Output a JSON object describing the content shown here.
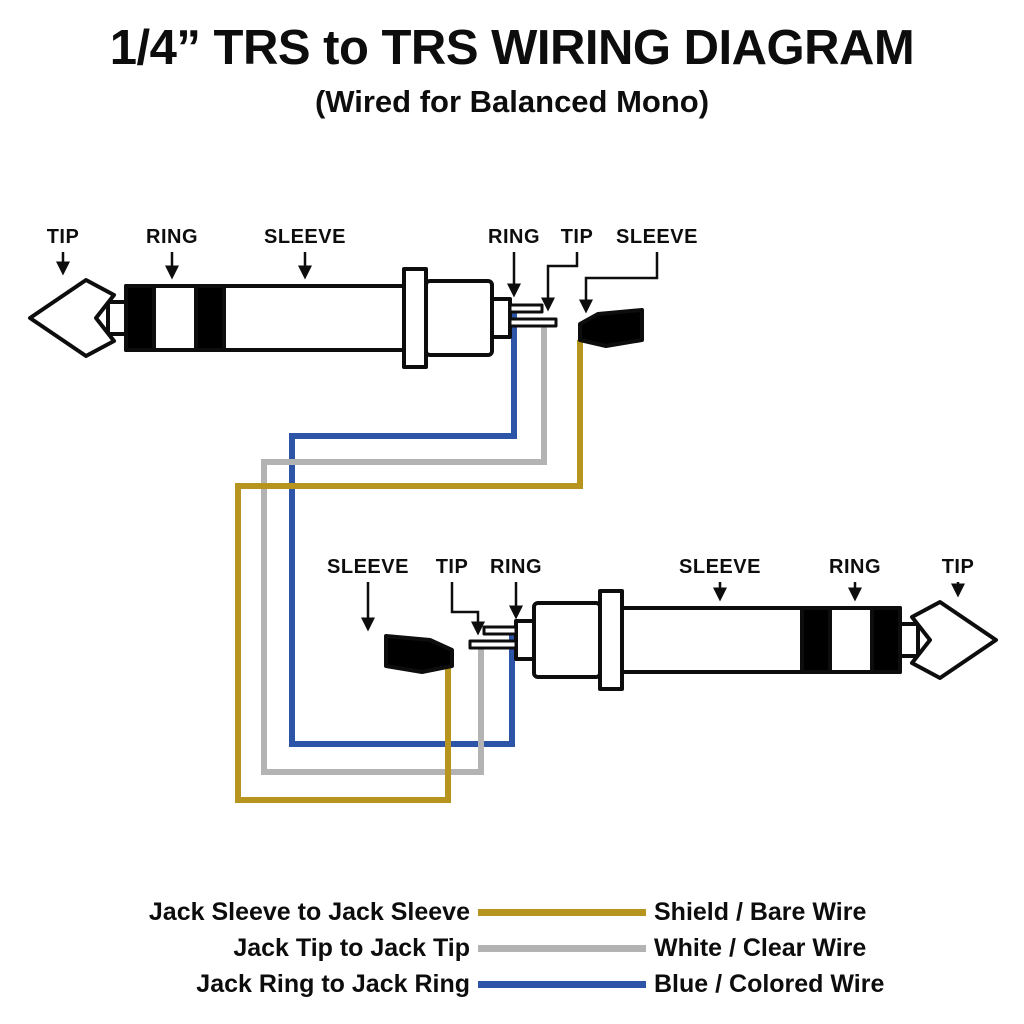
{
  "header": {
    "title": "1/4” TRS to TRS WIRING DIAGRAM",
    "subtitle": "(Wired for Balanced Mono)"
  },
  "colors": {
    "shield_wire": "#b6941d",
    "white_wire": "#b3b3b3",
    "blue_wire": "#2d55a7",
    "outline": "#000000"
  },
  "top_connector": {
    "plug_labels": [
      "TIP",
      "RING",
      "SLEEVE"
    ],
    "terminal_labels": [
      "RING",
      "TIP",
      "SLEEVE"
    ]
  },
  "bottom_connector": {
    "terminal_labels": [
      "SLEEVE",
      "TIP",
      "RING"
    ],
    "plug_labels": [
      "SLEEVE",
      "RING",
      "TIP"
    ]
  },
  "legend": [
    {
      "connection": "Jack Sleeve to Jack Sleeve",
      "wire": "Shield / Bare Wire",
      "color": "#b6941d"
    },
    {
      "connection": "Jack Tip to Jack Tip",
      "wire": "White / Clear Wire",
      "color": "#b3b3b3"
    },
    {
      "connection": "Jack Ring to Jack Ring",
      "wire": "Blue / Colored Wire",
      "color": "#2d55a7"
    }
  ]
}
